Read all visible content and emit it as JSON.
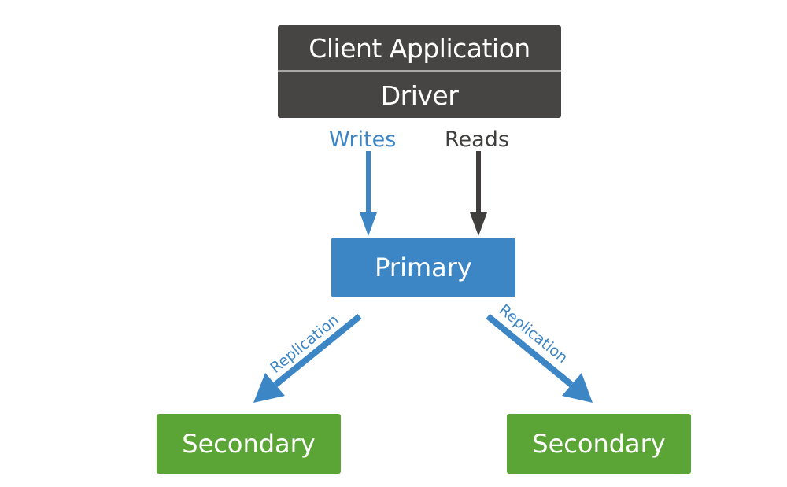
{
  "diagram": {
    "client": {
      "title": "Client Application",
      "subtitle": "Driver"
    },
    "edges": {
      "writes": "Writes",
      "reads": "Reads",
      "replication_left": "Replication",
      "replication_right": "Replication"
    },
    "nodes": {
      "primary": "Primary",
      "secondary_left": "Secondary",
      "secondary_right": "Secondary"
    },
    "colors": {
      "client": "#474543",
      "primary": "#3d86c6",
      "secondary": "#5aa535",
      "writes": "#3d86c6",
      "reads": "#3f3e3c",
      "replication": "#3d86c6"
    }
  }
}
